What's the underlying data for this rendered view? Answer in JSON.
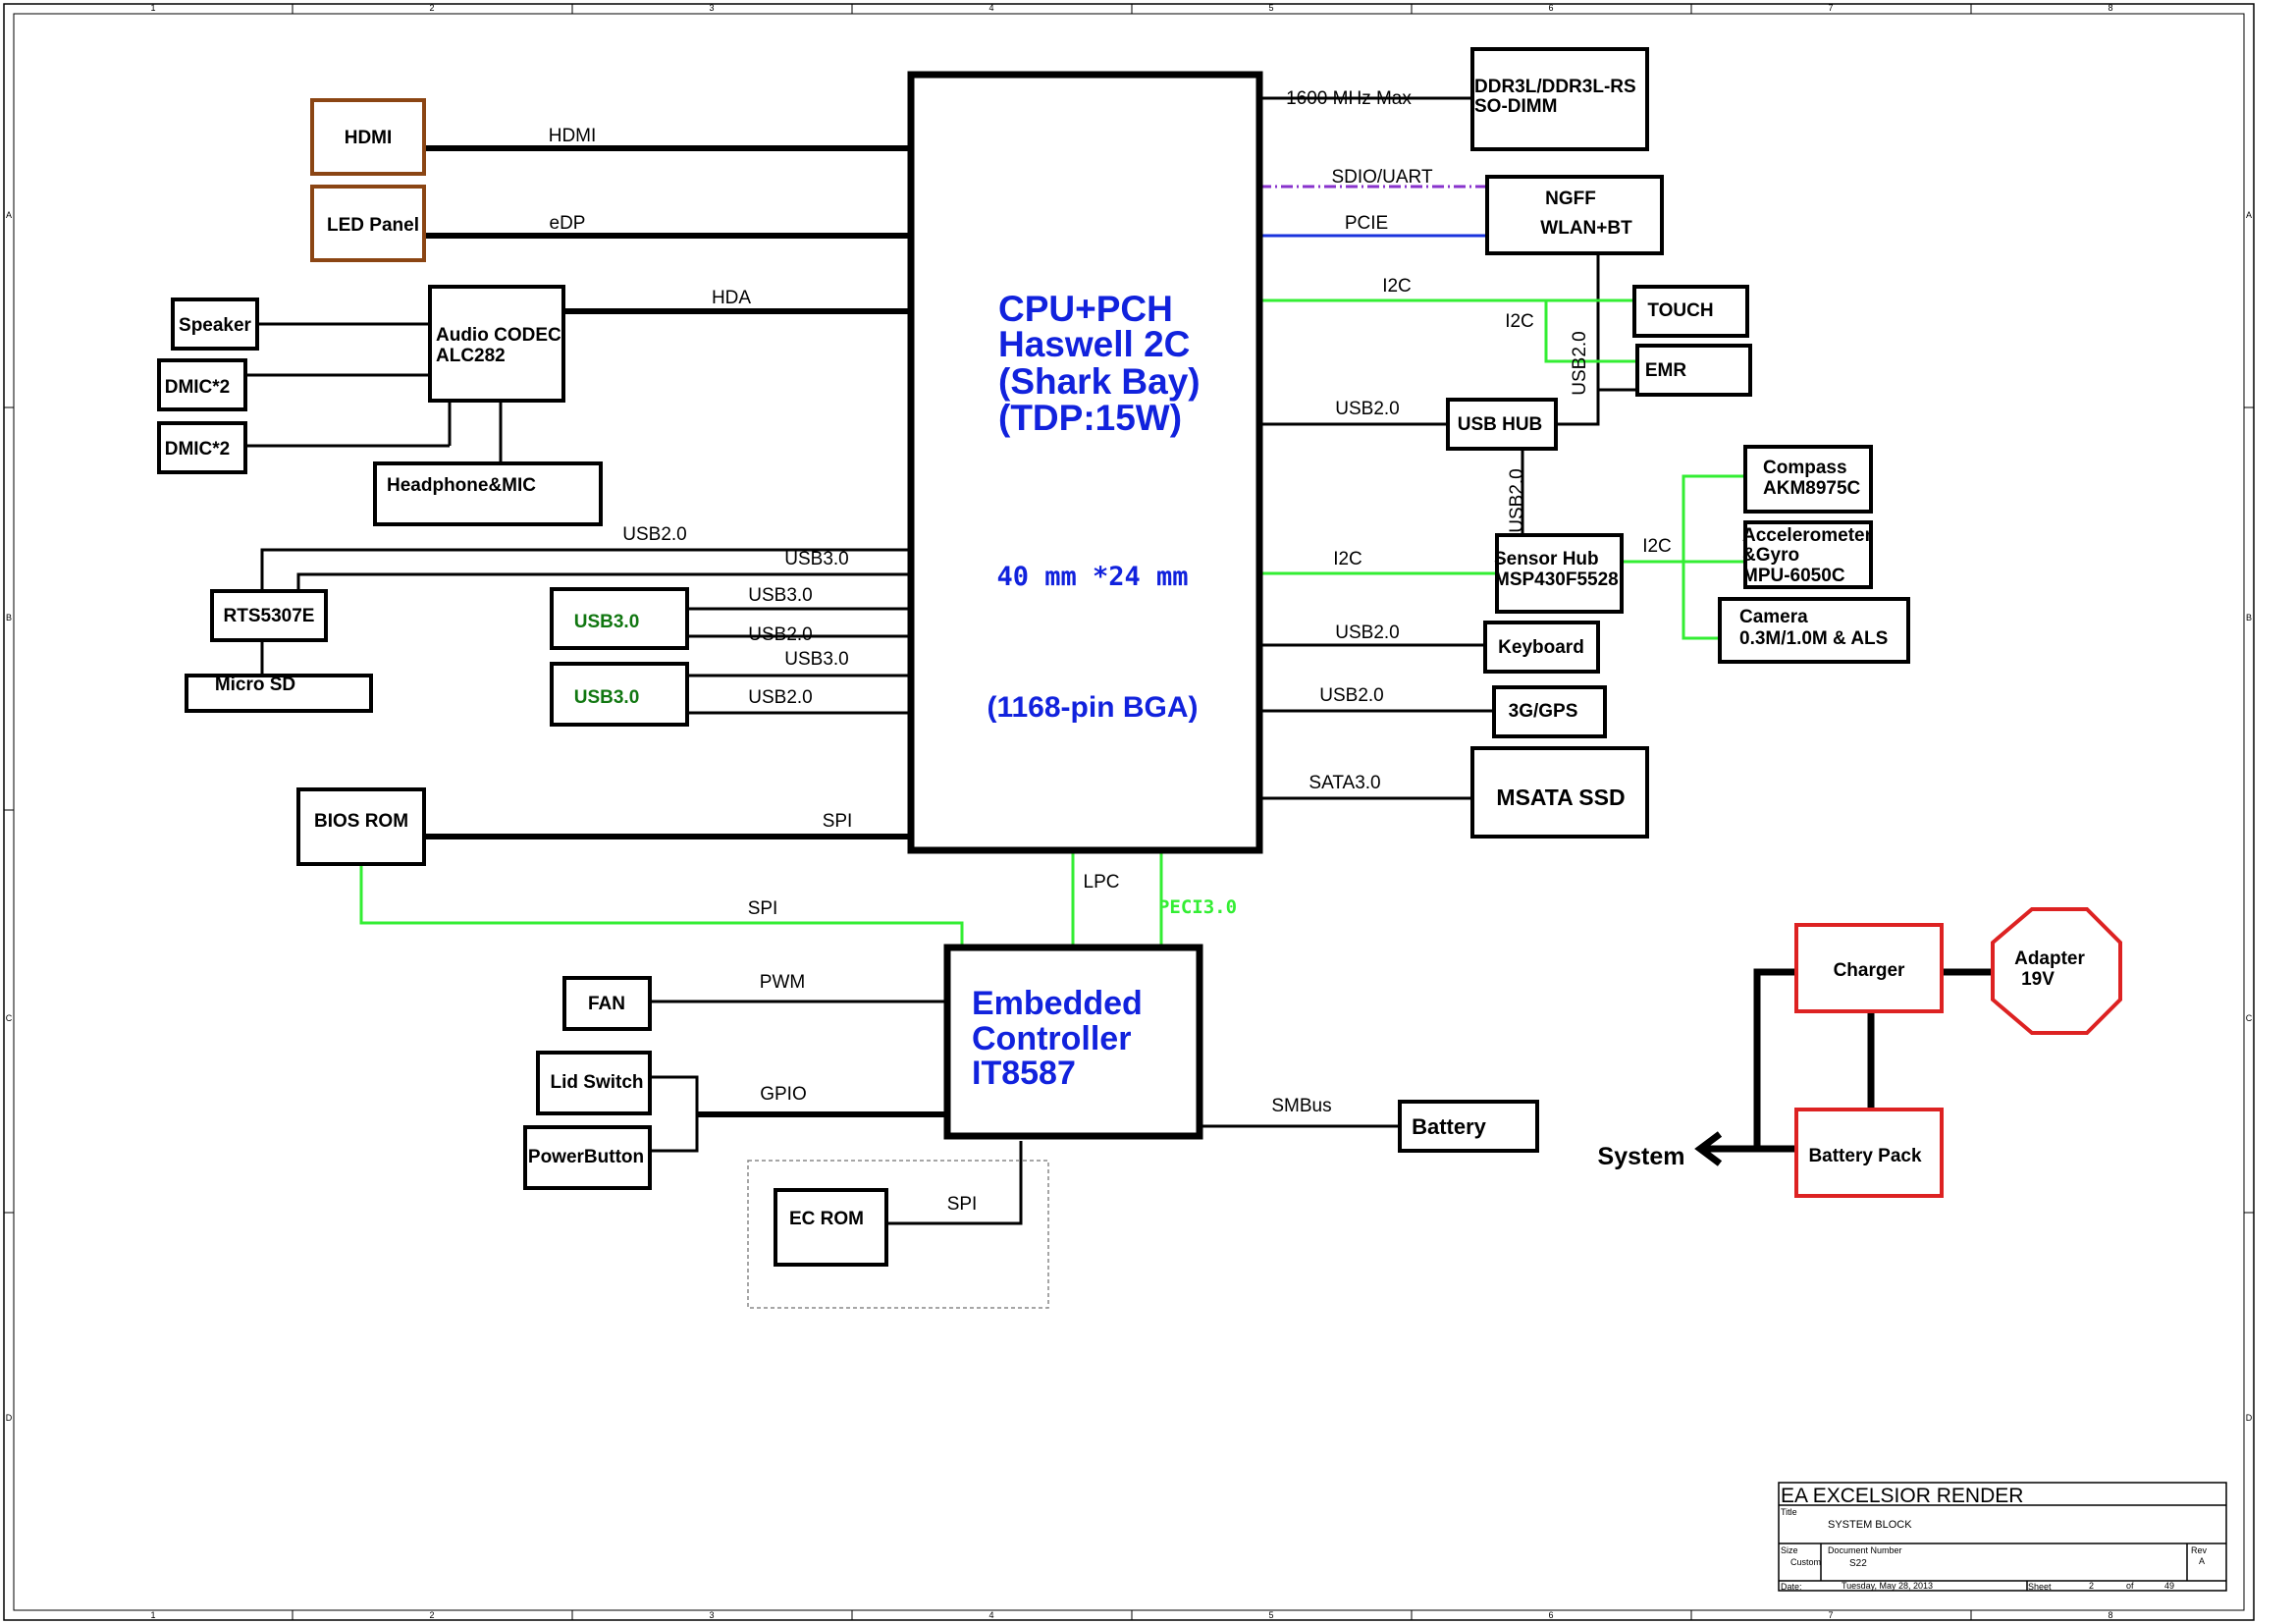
{
  "frame": {
    "columns": [
      "1",
      "2",
      "3",
      "4",
      "5",
      "6",
      "7",
      "8"
    ],
    "rows": [
      "A",
      "B",
      "C",
      "D"
    ]
  },
  "colors": {
    "line": "#000000",
    "i2c": "#33ee33",
    "pcie": "#1a33dd",
    "sdio": "#8833cc",
    "title_blue": "#1122dd",
    "usb_green": "#117711",
    "power_red": "#dd2222",
    "connector_brown": "#8b4513"
  },
  "cpu": {
    "title_lines": [
      "CPU+PCH",
      "Haswell 2C",
      "(Shark Bay)",
      "(TDP:15W)"
    ],
    "size": "40 mm *24 mm",
    "package": "(1168-pin BGA)"
  },
  "ec": {
    "title_lines": [
      "Embedded",
      "Controller",
      "IT8587"
    ]
  },
  "blocks": {
    "hdmi": "HDMI",
    "led_panel": "LED Panel",
    "speaker": "Speaker",
    "dmic1": "DMIC*2",
    "dmic2": "DMIC*2",
    "audio_codec": [
      "Audio CODEC",
      "ALC282"
    ],
    "headphone": "Headphone&MIC",
    "rts": "RTS5307E",
    "microsd": "Micro SD",
    "usb30_1": "USB3.0",
    "usb30_2": "USB3.0",
    "bios_rom": "BIOS ROM",
    "fan": "FAN",
    "lid_switch": "Lid Switch",
    "power_button": "PowerButton",
    "ec_rom": "EC ROM",
    "battery": "Battery",
    "ddr": [
      "DDR3L/DDR3L-RS",
      "SO-DIMM"
    ],
    "ngff": [
      "NGFF",
      "WLAN+BT"
    ],
    "touch": "TOUCH",
    "emr": "EMR",
    "usb_hub": "USB HUB",
    "sensor_hub": [
      "Sensor Hub",
      "MSP430F5528"
    ],
    "compass": [
      "Compass",
      "AKM8975C"
    ],
    "accel": [
      "Accelerometer",
      "&Gyro",
      "MPU-6050C"
    ],
    "camera": [
      "Camera",
      "0.3M/1.0M & ALS"
    ],
    "keyboard": "Keyboard",
    "gps": "3G/GPS",
    "msata": "MSATA SSD",
    "charger": "Charger",
    "adapter": [
      "Adapter",
      "19V"
    ],
    "battery_pack": "Battery Pack",
    "system": "System"
  },
  "signals": {
    "hdmi": "HDMI",
    "edp": "eDP",
    "hda": "HDA",
    "usb20_rts": "USB2.0",
    "usb30_rts": "USB3.0",
    "usb30_a": "USB3.0",
    "usb20_a": "USB2.0",
    "usb30_b": "USB3.0",
    "usb20_b": "USB2.0",
    "spi_bios": "SPI",
    "spi_ec": "SPI",
    "lpc": "LPC",
    "peci": "PECI3.0",
    "pwm": "PWM",
    "gpio": "GPIO",
    "spi_ecrom": "SPI",
    "smbus": "SMBus",
    "ddr": "1600 MHz Max",
    "sdio": "SDIO/UART",
    "pcie": "PCIE",
    "i2c_touch": "I2C",
    "i2c_emr": "I2C",
    "usb20_vert1": "USB2.0",
    "usb20_hub": "USB2.0",
    "usb20_vert2": "USB2.0",
    "i2c_sensor": "I2C",
    "i2c_sensors": "I2C",
    "usb20_kb": "USB2.0",
    "usb20_gps": "USB2.0",
    "sata": "SATA3.0"
  },
  "title_block": {
    "company": "EA EXCELSIOR RENDER",
    "title_label": "Title",
    "title": "SYSTEM BLOCK",
    "size_label": "Size",
    "size": "Custom",
    "docnum_label": "Document Number",
    "docnum": "S22",
    "rev_label": "Rev",
    "rev": "A",
    "date_label": "Date:",
    "date": "Tuesday, May 28, 2013",
    "sheet_label": "Sheet",
    "sheet": "2",
    "of_label": "of",
    "total": "49"
  }
}
